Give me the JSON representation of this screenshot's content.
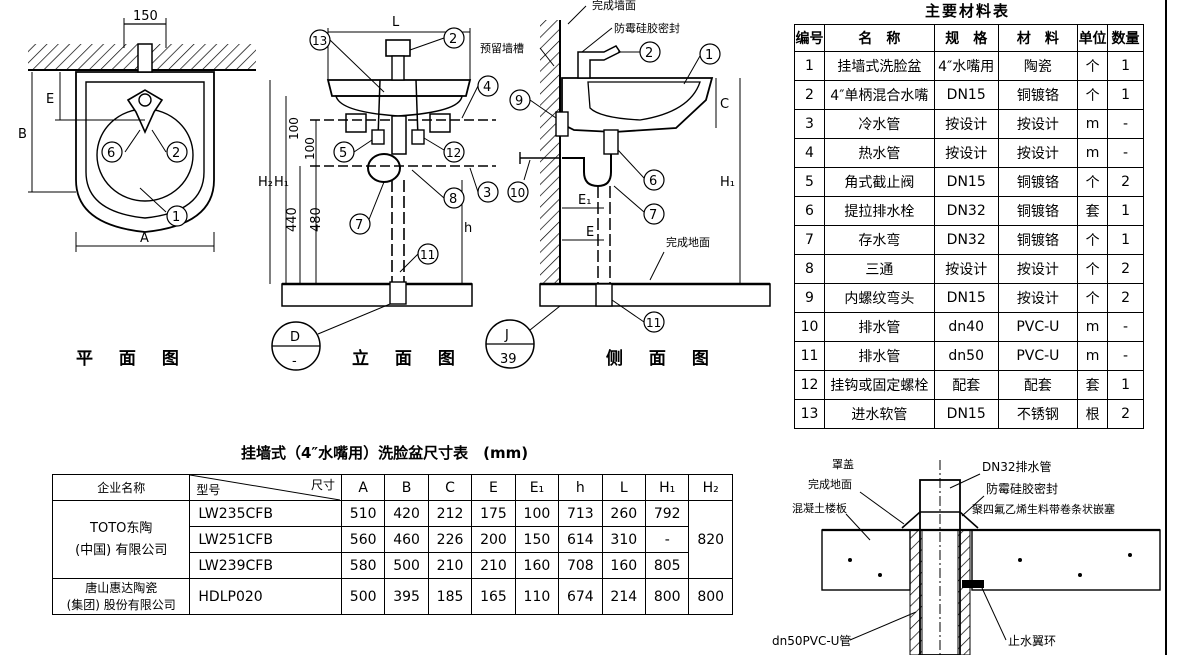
{
  "views": {
    "plan_label": "平 面 图",
    "elevation_label": "立 面 图",
    "side_label": "侧 面 图"
  },
  "detail_refs": {
    "d_top": "D",
    "d_bottom": "-",
    "j_top": "J",
    "j_bottom": "39"
  },
  "plan": {
    "dim_150": "150",
    "dim_e": "E",
    "dim_b": "B",
    "dim_a": "A",
    "callouts": [
      "6",
      "2",
      "1"
    ]
  },
  "elevation": {
    "dim_l": "L",
    "dim_h2": "H₂",
    "dim_h1": "H₁",
    "dim_440": "440",
    "dim_480": "480",
    "dim_100_a": "100",
    "dim_100_b": "100",
    "dim_h": "h",
    "callouts": [
      "13",
      "2",
      "4",
      "5",
      "12",
      "8",
      "3",
      "7",
      "11"
    ]
  },
  "side": {
    "label_wall": "完成墙面",
    "label_sealant": "防霉硅胶密封",
    "label_slot": "预留墙槽",
    "label_floor": "完成地面",
    "dim_c": "C",
    "dim_h1": "H₁",
    "dim_e1": "E₁",
    "dim_e": "E",
    "callouts": [
      "2",
      "1",
      "9",
      "10",
      "6",
      "7",
      "11"
    ]
  },
  "materials": {
    "title": "主要材料表",
    "headers": [
      "编号",
      "名　称",
      "规　格",
      "材　料",
      "单位",
      "数量"
    ],
    "rows": [
      [
        "1",
        "挂墙式洗脸盆",
        "4″水嘴用",
        "陶瓷",
        "个",
        "1"
      ],
      [
        "2",
        "4″单柄混合水嘴",
        "DN15",
        "铜镀铬",
        "个",
        "1"
      ],
      [
        "3",
        "冷水管",
        "按设计",
        "按设计",
        "m",
        "-"
      ],
      [
        "4",
        "热水管",
        "按设计",
        "按设计",
        "m",
        "-"
      ],
      [
        "5",
        "角式截止阀",
        "DN15",
        "铜镀铬",
        "个",
        "2"
      ],
      [
        "6",
        "提拉排水栓",
        "DN32",
        "铜镀铬",
        "套",
        "1"
      ],
      [
        "7",
        "存水弯",
        "DN32",
        "铜镀铬",
        "个",
        "1"
      ],
      [
        "8",
        "三通",
        "按设计",
        "按设计",
        "个",
        "2"
      ],
      [
        "9",
        "内螺纹弯头",
        "DN15",
        "按设计",
        "个",
        "2"
      ],
      [
        "10",
        "排水管",
        "dn40",
        "PVC-U",
        "m",
        "-"
      ],
      [
        "11",
        "排水管",
        "dn50",
        "PVC-U",
        "m",
        "-"
      ],
      [
        "12",
        "挂钩或固定螺栓",
        "配套",
        "配套",
        "套",
        "1"
      ],
      [
        "13",
        "进水软管",
        "DN15",
        "不锈钢",
        "根",
        "2"
      ]
    ]
  },
  "dimensions": {
    "title": "挂墙式（4″水嘴用）洗脸盆尺寸表　(mm)",
    "corner_company": "企业名称",
    "corner_model": "型号",
    "corner_size": "尺寸",
    "columns": [
      "A",
      "B",
      "C",
      "E",
      "E₁",
      "h",
      "L",
      "H₁",
      "H₂"
    ],
    "company1": "TOTO东陶\n(中国) 有限公司",
    "company1_line1": "TOTO东陶",
    "company1_line2": "(中国) 有限公司",
    "company2_line1": "唐山惠达陶瓷",
    "company2_line2": "(集团) 股份有限公司",
    "rows": [
      {
        "model": "LW235CFB",
        "values": [
          "510",
          "420",
          "212",
          "175",
          "100",
          "713",
          "260",
          "792"
        ]
      },
      {
        "model": "LW251CFB",
        "values": [
          "560",
          "460",
          "226",
          "200",
          "150",
          "614",
          "310",
          "-"
        ]
      },
      {
        "model": "LW239CFB",
        "values": [
          "580",
          "500",
          "210",
          "210",
          "160",
          "708",
          "160",
          "805"
        ]
      },
      {
        "model": "HDLP020",
        "values": [
          "500",
          "395",
          "185",
          "165",
          "110",
          "674",
          "214",
          "800",
          "800"
        ]
      }
    ],
    "h2_group1": "820"
  },
  "floor_detail": {
    "label_cover": "罩盖",
    "label_finished_floor": "完成地面",
    "label_slab": "混凝土楼板",
    "label_dn32": "DN32排水管",
    "label_sealant": "防霉硅胶密封",
    "label_strip": "聚四氟乙烯生料带卷条状嵌塞",
    "label_pipe": "dn50PVC-U管",
    "label_ring": "止水翼环"
  }
}
